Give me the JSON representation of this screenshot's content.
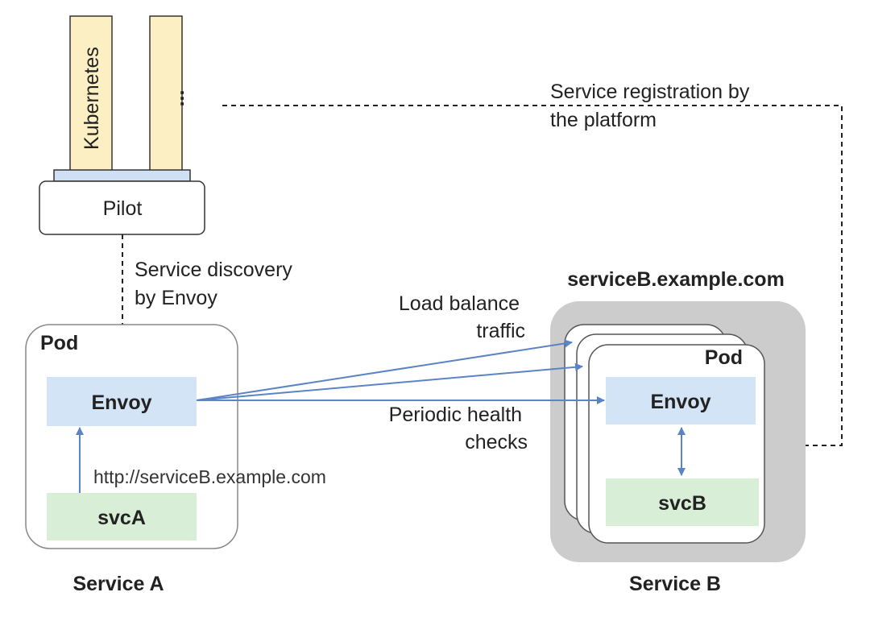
{
  "registry": {
    "kubernetes_label": "Kubernetes",
    "ellipsis_label": "...",
    "pilot_label": "Pilot"
  },
  "annotations": {
    "service_registration": [
      "Service registration by",
      "the platform"
    ],
    "service_discovery": [
      "Service discovery",
      "by Envoy"
    ],
    "load_balance": [
      "Load balance",
      "traffic"
    ],
    "health_checks": [
      "Periodic health",
      "checks"
    ],
    "request_url": "http://serviceB.example.com"
  },
  "service_a": {
    "pod_label": "Pod",
    "envoy_label": "Envoy",
    "app_label": "svcA",
    "caption": "Service A"
  },
  "service_b": {
    "dns_name": "serviceB.example.com",
    "pod_label": "Pod",
    "envoy_label": "Envoy",
    "app_label": "svcB",
    "caption": "Service B"
  },
  "colors": {
    "registry_fill": "#fcefc4",
    "platform_bar": "#cfe0f4",
    "envoy_fill": "#d3e4f6",
    "app_fill": "#d9eed6",
    "service_b_bg": "#cccccc",
    "arrow_blue": "#5b84c4"
  }
}
